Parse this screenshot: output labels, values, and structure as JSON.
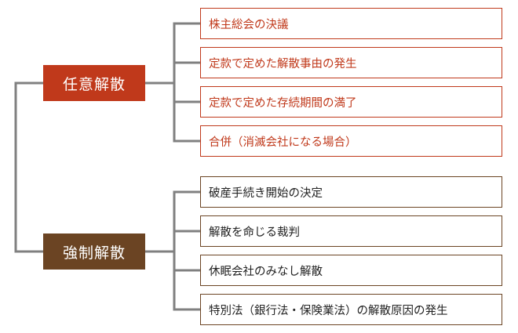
{
  "categories": {
    "voluntary": {
      "label": "任意解散",
      "color": "#c0391b",
      "items": [
        "株主総会の決議",
        "定款で定めた解散事由の発生",
        "定款で定めた存続期間の満了",
        "合併（消滅会社になる場合）"
      ]
    },
    "compulsory": {
      "label": "強制解散",
      "color": "#6b4423",
      "items": [
        "破産手続き開始の決定",
        "解散を命じる裁判",
        "休眠会社のみなし解散",
        "特別法（銀行法・保険業法）の解散原因の発生"
      ]
    }
  },
  "connector_color": "#808080"
}
